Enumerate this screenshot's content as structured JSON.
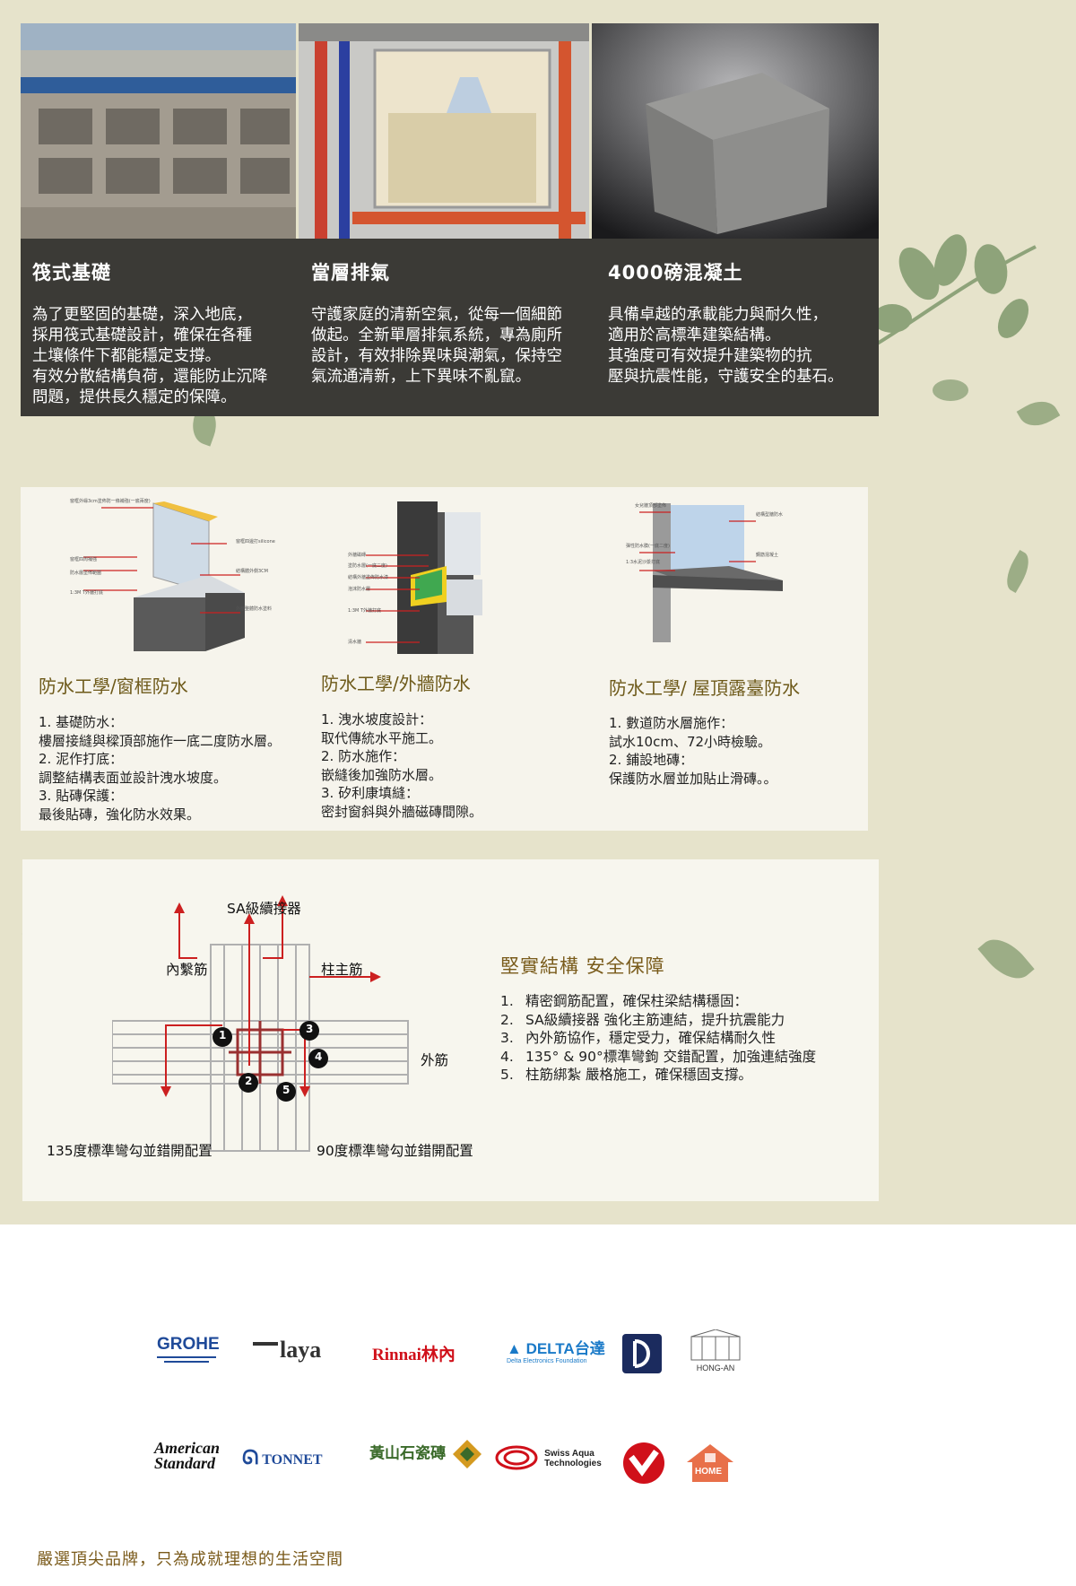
{
  "features": [
    {
      "title": "筏式基礎",
      "body": "為了更堅固的基礎，深入地底，\n採用筏式基礎設計，確保在各種\n土壤條件下都能穩定支撐。\n有效分散結構負荷，還能防止沉降\n問題，提供長久穩定的保障。"
    },
    {
      "title": "當層排氣",
      "body": "守護家庭的清新空氣，從每一個細節\n做起。全新單層排氣系統，專為廁所\n設計，有效排除異味與潮氣，保持空\n氣流通清新，上下異味不亂竄。"
    },
    {
      "title": "4000磅混凝土",
      "body": "具備卓越的承載能力與耐久性，\n適用於高標準建築結構。\n其強度可有效提升建築物的抗\n壓與抗震性能，守護安全的基石。"
    }
  ],
  "waterproofing": [
    {
      "title": "防水工學/窗框防水",
      "items": "1.   基礎防水：\n      樓層接縫與樑頂部施作一底二度防水層。\n  2. 泥作打底：\n      調整結構表面並設計洩水坡度。\n  3. 貼磚保護：\n      最後貼磚，強化防水效果。",
      "annotations": [
        "窗框外緣3cm塗佈防一條補強(一底兩度)",
        "窗框四邊打silicone",
        "窗框四周補強",
        "防水層塗佈範圍",
        "結構體外側3CM",
        "1:3M T外牆打底",
        "外牆整體防水塗料"
      ]
    },
    {
      "title": "防水工學/外牆防水",
      "items": "1. 洩水坡度設計：\n    取代傳統水平施工。\n2. 防水施作：\n    嵌縫後加強防水層。\n3. 矽利康填縫：\n    密封窗斜與外牆磁磚間隙。",
      "annotations": [
        "外牆磁磚",
        "塗防水層(一底二度)",
        "結構外牆塗佈防水漆",
        "泡沫防水層",
        "1:3M T外牆打底",
        "清水牆"
      ]
    },
    {
      "title": "防水工學/ 屋頂露臺防水",
      "items": "1. 數道防水層施作：\n    試水10cm、72小時檢驗。\n2. 鋪設地磚：\n    保護防水層並加貼止滑磚。。",
      "annotations": [
        "女兒牆頂部塗佈",
        "結構型牆防水",
        "彈性防水膜(一底二度)",
        "1:3水泥沙漿打底",
        "鋼筋混凝土"
      ]
    }
  ],
  "structure": {
    "title": "堅實結構  安全保障",
    "labels": {
      "top": "SA級續接器",
      "inner": "內繫筋",
      "column": "柱主筋",
      "outer": "外筋",
      "hook135": "135度標準彎勾並錯開配置",
      "hook90": "90度標準彎勾並錯開配置"
    },
    "markers": [
      "1",
      "2",
      "3",
      "4",
      "5"
    ],
    "items": [
      {
        "num": "1.",
        "text": "精密鋼筋配置，確保柱梁結構穩固："
      },
      {
        "num": "2.",
        "text": "SA級續接器 強化主筋連結，提升抗震能力"
      },
      {
        "num": "3.",
        "text": "內外筋協作，穩定受力，確保結構耐久性"
      },
      {
        "num": "4.",
        "text": "135° & 90°標準彎鉤 交錯配置，加強連結強度"
      },
      {
        "num": "5.",
        "text": "柱筋綁紮 嚴格施工，確保穩固支撐。"
      }
    ]
  },
  "brands": {
    "row1": [
      "GROHE",
      "laya",
      "Rinnai林內",
      "DELTA台達",
      "Delta Electronics Foundation",
      "HONG-AN"
    ],
    "row2": [
      "American Standard",
      "TONNET",
      "黃山石瓷磚",
      "Swiss Aqua Technologies",
      "HOME"
    ]
  },
  "footer": "嚴選頂尖品牌，只為成就理想的生活空間",
  "colors": {
    "accent_red": "#cc2020",
    "leaf_green": "#8ea37a",
    "title_gold": "#7a5c1c",
    "dark_strip": "#3b3a36"
  }
}
